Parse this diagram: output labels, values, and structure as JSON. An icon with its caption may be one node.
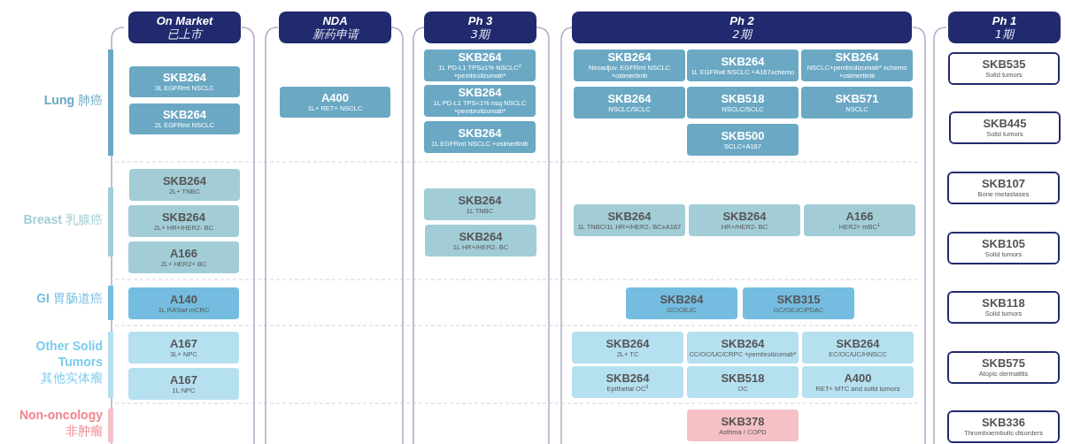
{
  "diagram": {
    "nodes": [
      {
        "text": [
          "On Market",
          "已上市"
        ]
      },
      {
        "text": [
          "NDA",
          "新药申请"
        ]
      },
      {
        "text": [
          "Ph 3",
          "3期"
        ]
      },
      {
        "text": [
          "Ph 2",
          "2期"
        ]
      },
      {
        "text": [
          "Ph 1",
          "1期"
        ]
      },
      {
        "text": [
          "SKB264",
          "3L EGFRmt NSCLC"
        ]
      },
      {
        "text": [
          "SKB264",
          "2L EGFRmt NSCLC"
        ]
      },
      {
        "text": [
          "A400",
          "1L+ RET+ NSCLC"
        ]
      },
      {
        "text": [
          "SKB264",
          "1L PD-L1 TPS≥1% NSCLC$^{2}$ +pembrolizumab*"
        ]
      },
      {
        "text": [
          "SKB264",
          "1L PD-L1 TPS<1% nsq NSCLC +pembrolizumab*"
        ]
      },
      {
        "text": [
          "SKB264",
          "1L EGFRmt NSCLC +osimertinib"
        ]
      },
      {
        "text": [
          "SKB264",
          "Neoadjuv. EGFRmt NSCLC +osimertinib"
        ]
      },
      {
        "text": [
          "SKB264",
          "1L EGFRwt NSCLC +A167±chemo"
        ]
      },
      {
        "text": [
          "SKB264",
          "NSCLC+pembrolizumab* ±chemo +osimertinib"
        ]
      },
      {
        "text": [
          "SKB264",
          "NSCLC/SCLC"
        ]
      },
      {
        "text": [
          "SKB518",
          "NSCLC/SCLC"
        ]
      },
      {
        "text": [
          "SKB571",
          "NSCLC"
        ]
      },
      {
        "text": [
          "SKB500",
          "SCLC+A167"
        ]
      },
      {
        "text": [
          "SKB535",
          "Solid tumors"
        ]
      },
      {
        "text": [
          "SKB445",
          "Solid tumors"
        ]
      },
      {
        "text": [
          "SKB107",
          "Bone metastases"
        ]
      },
      {
        "text": [
          "SKB105",
          "Solid tumors"
        ]
      },
      {
        "text": [
          "SKB118",
          "Solid tumors"
        ]
      },
      {
        "text": [
          "SKB575",
          "Atopic dermatitis"
        ]
      },
      {
        "text": [
          "SKB336",
          "Thromboembolic disorders"
        ]
      },
      {
        "text": [
          "SKB264",
          "2L+ TNBC"
        ]
      },
      {
        "text": [
          "SKB264",
          "2L+ HR+/HER2- BC"
        ]
      },
      {
        "text": [
          "A166",
          "2L+ HER2+ BC"
        ]
      },
      {
        "text": [
          "SKB264",
          "1L TNBC"
        ]
      },
      {
        "text": [
          "SKB264",
          "1L HR+/HER2- BC"
        ]
      },
      {
        "text": [
          "SKB264",
          "1L TNBC/1L HR+/HER2- BC±A167"
        ]
      },
      {
        "text": [
          "SKB264",
          "HR+/HER2- BC"
        ]
      },
      {
        "text": [
          "A166",
          "HER2+ mBC$^{1}$"
        ]
      },
      {
        "text": [
          "A140",
          "1L RASwt mCRC"
        ]
      },
      {
        "text": [
          "SKB264",
          "GC/GEJC"
        ]
      },
      {
        "text": [
          "SKB315",
          "GC/GEJC/PDAC"
        ]
      },
      {
        "text": [
          "A167",
          "3L+ NPC"
        ]
      },
      {
        "text": [
          "A167",
          "1L NPC"
        ]
      },
      {
        "text": [
          "SKB264",
          "2L+ TC"
        ]
      },
      {
        "text": [
          "SKB264",
          "CC/OC/UC/CRPC +pembrolizumab*"
        ]
      },
      {
        "text": [
          "SKB264",
          "EC/OC/UC/HNSCC"
        ]
      },
      {
        "text": [
          "SKB264",
          "Epithelial OC$^{3}$"
        ]
      },
      {
        "text": [
          "SKB518",
          "OC"
        ]
      },
      {
        "text": [
          "A400",
          "RET+ MTC and solid tumors"
        ]
      },
      {
        "text": [
          "SKB378",
          "Asthma / COPD"
        ]
      }
    ],
    "labels": [
      "Lung",
      "肺癌",
      "Breast",
      "乳腺癌",
      "GI",
      "胃肠道癌",
      "Other Solid Tumors",
      "其他实体瘤",
      "Non-oncology",
      "非肿瘤"
    ]
  }
}
